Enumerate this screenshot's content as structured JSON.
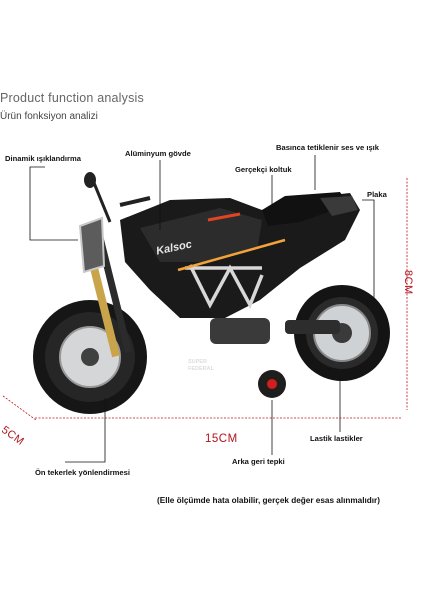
{
  "header": {
    "title": "Product function analysis",
    "subtitle": "Ürün fonksiyon analizi"
  },
  "labels": {
    "headlight": "Dinamik ışıklandırma",
    "body": "Alüminyum gövde",
    "sound": "Basınca tetiklenir ses ve ışık",
    "seat": "Gerçekçi koltuk",
    "plate": "Plaka",
    "front_wheel": "Ön tekerlek yönlendirmesi",
    "pullback": "Arka geri tepki",
    "tire": "Lastik lastikler"
  },
  "dimensions": {
    "height": "8CM",
    "length": "15CM",
    "width": "5CM"
  },
  "bike": {
    "brand_text": "Kalsoc",
    "badge_line1": "SUPER",
    "badge_line2": "FEDERAL"
  },
  "footer": {
    "note": "(Elle ölçümde hata olabilir, gerçek değer esas alınmalıdır)"
  },
  "colors": {
    "dimension": "#c0121c",
    "body": "#1a1a1a",
    "accent": "#f2a33a"
  }
}
